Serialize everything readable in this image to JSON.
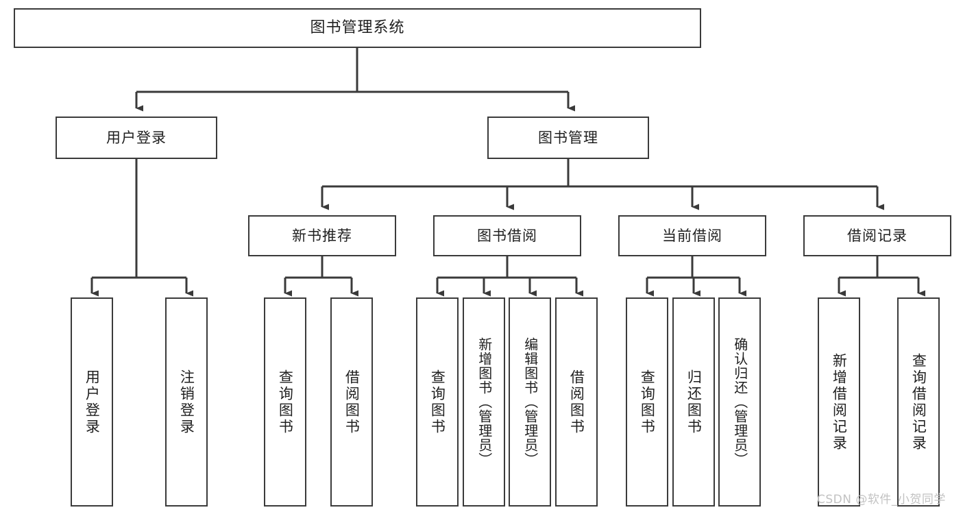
{
  "diagram": {
    "type": "tree-hierarchy-chart",
    "title": "图书管理系统",
    "orientation": "top-down",
    "colors": {
      "node_border": "#3a3a3a",
      "node_fill": "#ffffff",
      "connector": "#3a3a3a",
      "text": "#1f1f1f",
      "watermark": "#c2c2c2",
      "background": "#ffffff"
    },
    "root": {
      "id": "root",
      "label": "图书管理系统"
    },
    "level2": [
      {
        "id": "user-login",
        "label": "用户登录"
      },
      {
        "id": "book-manage",
        "label": "图书管理"
      }
    ],
    "level3": [
      {
        "id": "new-book-recommend",
        "label": "新书推荐",
        "parent": "book-manage"
      },
      {
        "id": "book-borrow",
        "label": "图书借阅",
        "parent": "book-manage"
      },
      {
        "id": "current-borrow",
        "label": "当前借阅",
        "parent": "book-manage"
      },
      {
        "id": "borrow-record",
        "label": "借阅记录",
        "parent": "book-manage"
      }
    ],
    "leaves": {
      "user_login": [
        {
          "id": "leaf-user-login",
          "label": "用户登录"
        },
        {
          "id": "leaf-user-logout",
          "label": "注销登录"
        }
      ],
      "new_book_recommend": [
        {
          "id": "leaf-query-book-1",
          "label": "查询图书"
        },
        {
          "id": "leaf-borrow-book-1",
          "label": "借阅图书"
        }
      ],
      "book_borrow": [
        {
          "id": "leaf-query-book-2",
          "label": "查询图书"
        },
        {
          "id": "leaf-add-book",
          "label": "新增图书（管理员）"
        },
        {
          "id": "leaf-edit-book",
          "label": "编辑图书（管理员）"
        },
        {
          "id": "leaf-borrow-book-2",
          "label": "借阅图书"
        }
      ],
      "current_borrow": [
        {
          "id": "leaf-query-book-3",
          "label": "查询图书"
        },
        {
          "id": "leaf-return-book",
          "label": "归还图书"
        },
        {
          "id": "leaf-confirm-return",
          "label": "确认归还（管理员）"
        }
      ],
      "borrow_record": [
        {
          "id": "leaf-add-record",
          "label": "新增借阅记录"
        },
        {
          "id": "leaf-query-record",
          "label": "查询借阅记录"
        }
      ]
    }
  },
  "watermark": {
    "text": "CSDN @软件_小贺同学"
  }
}
